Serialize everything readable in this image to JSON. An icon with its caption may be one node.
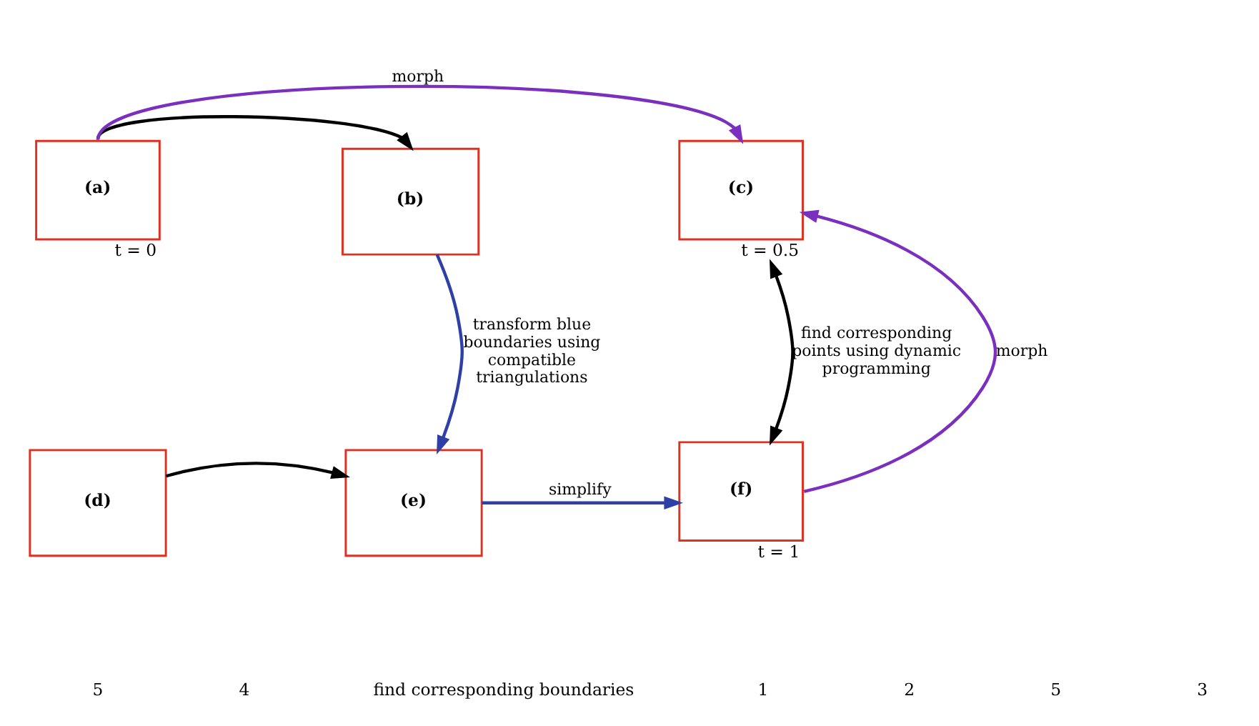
{
  "diagram": {
    "nodes": [
      {
        "text": [
          "(a)"
        ],
        "beside": [
          "t = 0"
        ]
      },
      {
        "text": [
          "(b)"
        ]
      },
      {
        "text": [
          "(c)"
        ],
        "beside": [
          "t = 0.5"
        ]
      },
      {
        "text": [
          "(d)"
        ]
      },
      {
        "text": [
          "(e)"
        ]
      },
      {
        "text": [
          "(f)"
        ],
        "beside": [
          "t = 1"
        ]
      }
    ],
    "edges": [
      {
        "from": 0,
        "to": 2,
        "arrow": "to",
        "label": "morph",
        "color": "#7b2fbe"
      },
      {
        "from": 0,
        "to": 1,
        "arrow": "to"
      },
      {
        "from": 2,
        "to": 5,
        "arrow": "both",
        "label": "find corresponding points using dynamic programming"
      },
      {
        "from": 1,
        "to": 4,
        "arrow": "to",
        "label": "transform blue boundaries using compatible triangulations",
        "color": "#2e3fa6"
      },
      {
        "from": 5,
        "to": 2,
        "arrow": "to",
        "label": "morph",
        "color": "#7b2fbe"
      },
      {
        "from": 3,
        "to": 4,
        "arrow": "to"
      },
      {
        "from": 4,
        "to": 5,
        "arrow": "to",
        "label": "simplify",
        "color": "#2e3fa6"
      }
    ],
    "labels": [
      "5",
      "4",
      "find corresponding boundaries",
      "1",
      "2",
      "5",
      "3"
    ]
  }
}
